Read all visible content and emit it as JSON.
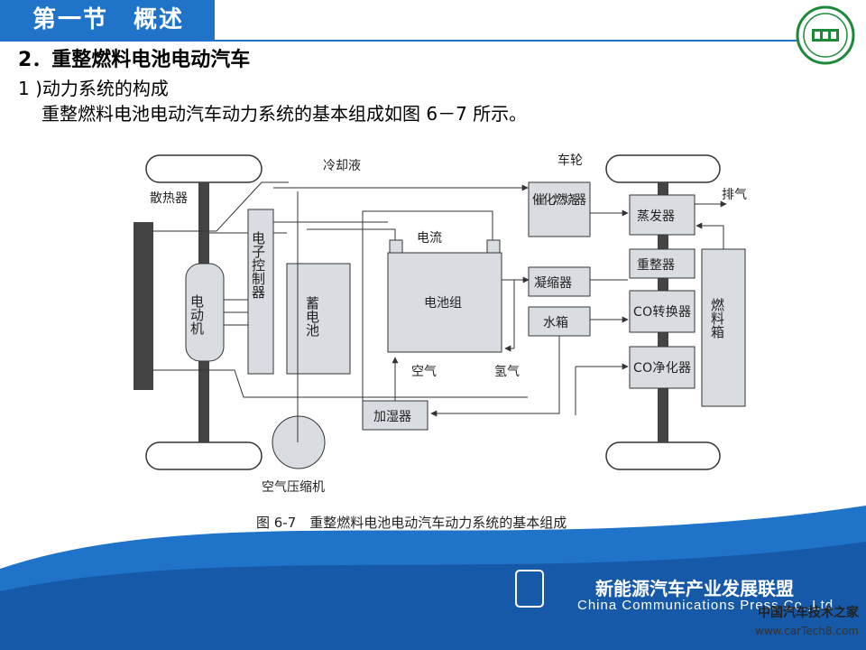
{
  "header": {
    "section_title": "第一节　概述"
  },
  "content": {
    "heading": "2．重整燃料电池电动汽车",
    "subheading": "1 )动力系统的构成",
    "description": "重整燃料电池电动汽车动力系统的基本组成如图 6－7 所示。"
  },
  "diagram": {
    "labels": {
      "coolant": "冷却液",
      "wheel": "车轮",
      "radiator": "散热器",
      "exhaust": "排气",
      "motor": "电动机",
      "controller": "电子控制器",
      "battery": "蓄电池",
      "current": "电流",
      "stack": "电池组",
      "catalytic_burner": "催化燃烧器",
      "condenser": "凝缩器",
      "water_tank": "水箱",
      "evaporator": "蒸发器",
      "reformer": "重整器",
      "co_converter": "CO转换器",
      "co_purifier": "CO净化器",
      "fuel_tank": "燃料箱",
      "air": "空气",
      "hydrogen": "氢气",
      "humidifier": "加湿器",
      "compressor": "空气压缩机",
      "caption": "图 6-7　重整燃料电池电动汽车动力系统的基本组成"
    }
  },
  "footer": {
    "wechat_label": "新能源汽车产业发展联盟",
    "publisher": "China Communications Press  Co.,Ltd.",
    "watermark_cn": "中国汽车技术之家",
    "watermark_url": "www.carTech8.com"
  },
  "colors": {
    "brand_blue": "#1f73c9",
    "box_fill": "#d9dce1",
    "line": "#333333"
  }
}
